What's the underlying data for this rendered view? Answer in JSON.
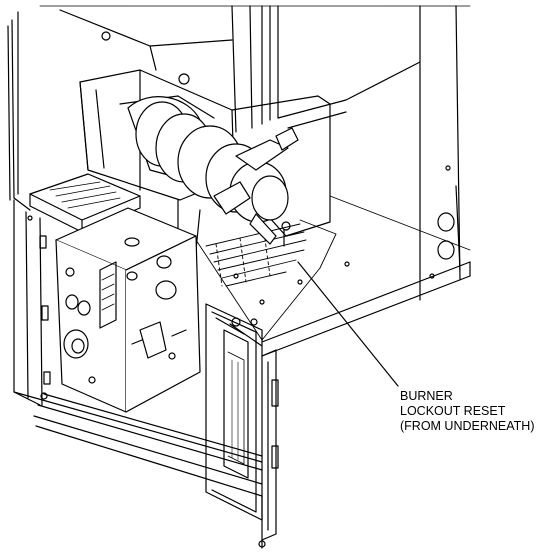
{
  "callout": {
    "line1": "BURNER",
    "line2": "LOCKOUT RESET",
    "line3": "(FROM UNDERNEATH)"
  },
  "colors": {
    "ink": "#000000",
    "paper": "#ffffff",
    "shade": "#d9d9d9"
  }
}
